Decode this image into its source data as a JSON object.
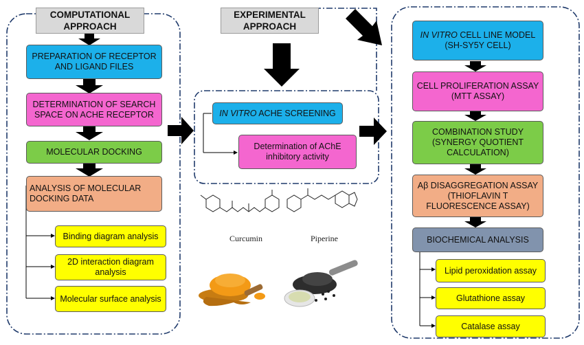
{
  "computational": {
    "header": "COMPUTATIONAL APPROACH",
    "steps": [
      "PREPARATION OF RECEPTOR AND LIGAND FILES",
      "DETERMINATION OF SEARCH SPACE ON ACHE RECEPTOR",
      "MOLECULAR DOCKING",
      "ANALYSIS OF MOLECULAR DOCKING DATA"
    ],
    "sub_analyses": [
      "Binding diagram analysis",
      "2D interaction diagram analysis",
      "Molecular surface analysis"
    ]
  },
  "experimental": {
    "header": "EXPERIMENTAL APPROACH",
    "screening_italic": "IN VITRO",
    "screening_rest": " ACHE SCREENING",
    "inhibition": "Determination of AChE inhibitory activity",
    "compounds": [
      "Curcumin",
      "Piperine"
    ]
  },
  "invitro": {
    "model_italic": "IN VITRO",
    "model_rest": " CELL LINE MODEL (SH-SY5Y CELL)",
    "steps": [
      "CELL PROLIFERATION ASSAY (MTT ASSAY)",
      "COMBINATION STUDY (SYNERGY QUOTIENT CALCULATION)",
      "Aβ DISAGGREGATION ASSAY (THIOFLAVIN T FLUORESCENCE ASSAY)",
      "BIOCHEMICAL ANALYSIS"
    ],
    "assays": [
      "Lipid peroxidation assay",
      "Glutathione assay",
      "Catalase assay"
    ]
  },
  "colors": {
    "blue": "#1cb0ea",
    "pink": "#f466cf",
    "green": "#7ccc48",
    "orange": "#f2ad86",
    "yellow": "#ffff00",
    "slate": "#8193ad",
    "header_gray": "#d9d9d9",
    "frame": "#1f3a6b"
  }
}
